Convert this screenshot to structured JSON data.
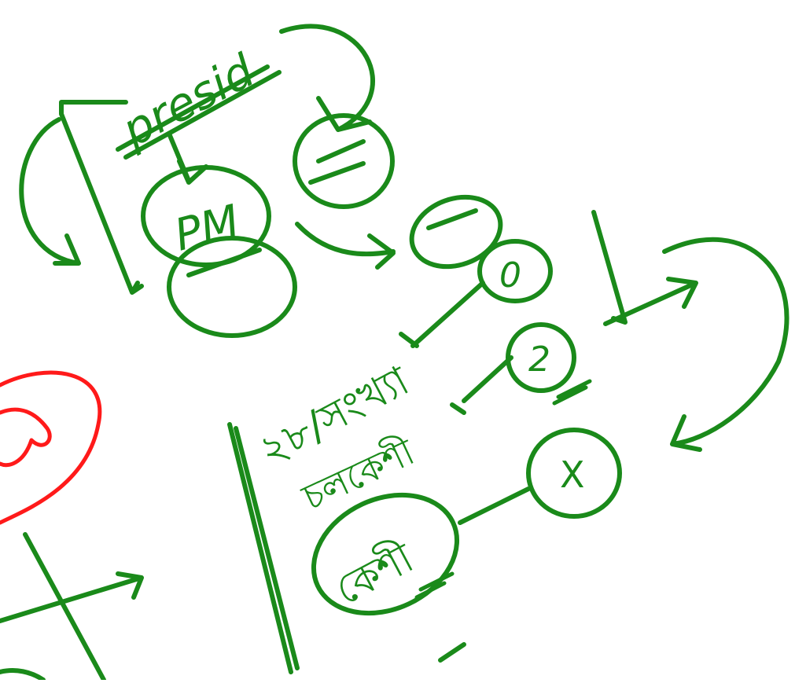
{
  "colors": {
    "ink_green": "#1a8a1a",
    "ink_red": "#ff1a1a",
    "background": "#ffffff"
  },
  "labels": {
    "top": "presid",
    "node_pm": "PM",
    "node_zero": "0",
    "node_two": "2",
    "node_x": "X",
    "bengali_line1": "২৮/সংখ্যা",
    "bengali_line2": "চলকেশী",
    "bengali_node": "কেশী"
  }
}
